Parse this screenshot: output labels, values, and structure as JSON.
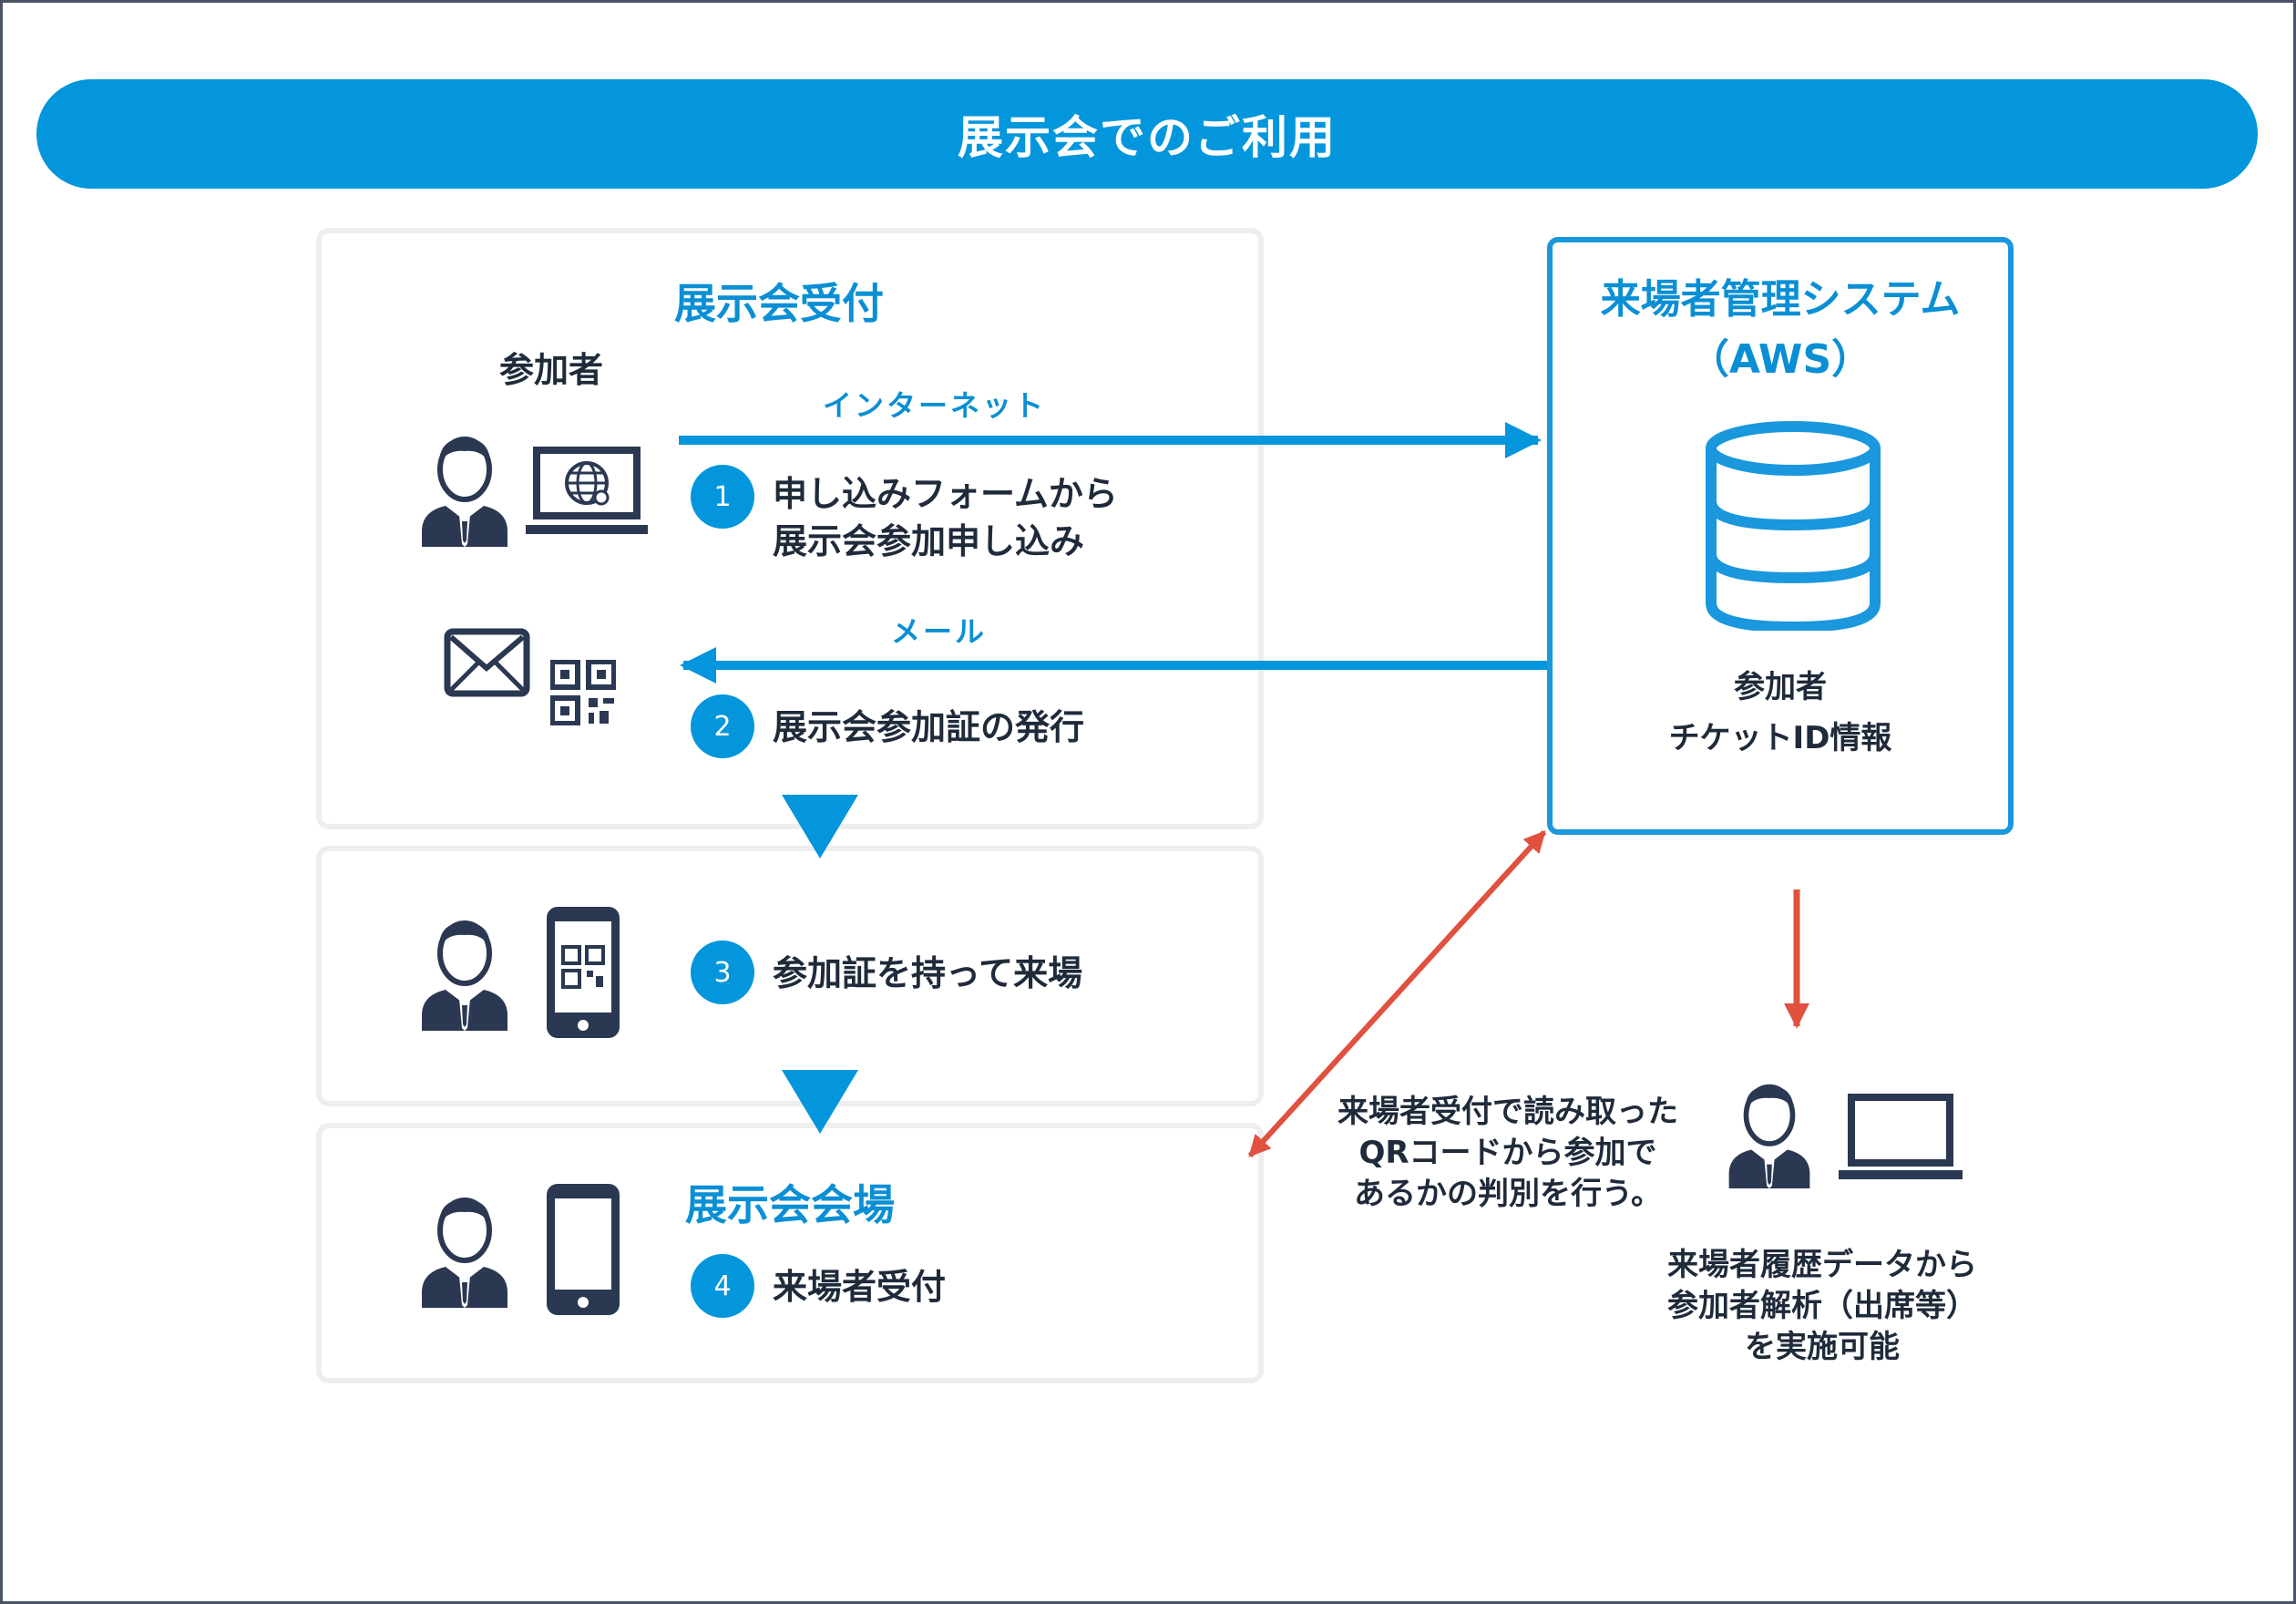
{
  "title": "展示会でのご利用",
  "reception_panel": {
    "title": "展示会受付",
    "participant_label": "参加者",
    "internet_label": "インターネット",
    "mail_label": "メール",
    "step1": {
      "number": "1",
      "line1": "申し込みフォームから",
      "line2": "展示会参加申し込み"
    },
    "step2": {
      "number": "2",
      "text": "展示会参加証の発行"
    }
  },
  "visit_panel": {
    "step3": {
      "number": "3",
      "text": "参加証を持って来場"
    }
  },
  "venue_panel": {
    "title": "展示会会場",
    "step4": {
      "number": "4",
      "text": "来場者受付"
    }
  },
  "system_box": {
    "title_line1": "来場者管理システム",
    "title_line2": "（AWS）",
    "info_line1": "参加者",
    "info_line2": "チケットID情報"
  },
  "qr_note": {
    "line1": "来場者受付で読み取った",
    "line2": "QRコードから参加で",
    "line3": "あるかの判別を行う。"
  },
  "analysis_note": {
    "line1": "来場者履歴データから",
    "line2": "参加者解析（出席等）",
    "line3": "を実施可能"
  },
  "colors": {
    "primary_blue": "#0496dc",
    "text_dark": "#1f2a3a",
    "icon_navy": "#2b3852",
    "arrow_red": "#e0513f",
    "panel_border": "#eeeeee"
  },
  "icons": [
    "person-icon",
    "laptop-globe-icon",
    "envelope-icon",
    "qr-code-icon",
    "smartphone-qr-icon",
    "smartphone-icon",
    "database-icon",
    "laptop-icon"
  ]
}
